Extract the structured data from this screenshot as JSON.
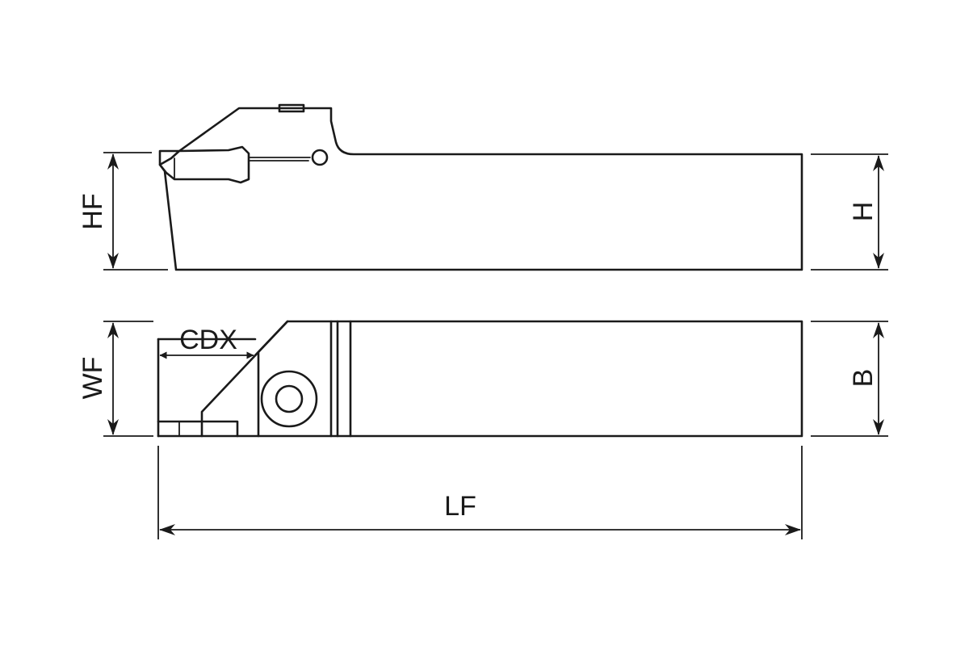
{
  "dimensions": {
    "hf": "HF",
    "h": "H",
    "wf": "WF",
    "b": "B",
    "cdx": "CDX",
    "lf": "LF"
  },
  "colors": {
    "line": "#1a1a1a",
    "background": "#ffffff"
  }
}
